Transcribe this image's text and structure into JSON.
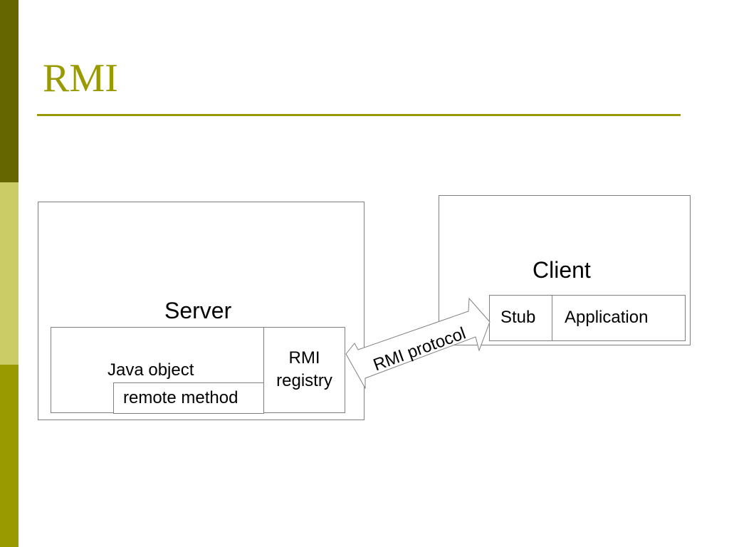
{
  "slide": {
    "title": "RMI"
  },
  "diagram": {
    "server": {
      "label": "Server"
    },
    "client": {
      "label": "Client"
    },
    "java_object": {
      "label": "Java object"
    },
    "remote_method": {
      "label": "remote method"
    },
    "rmi_registry": {
      "label": "RMI registry"
    },
    "stub": {
      "label": "Stub"
    },
    "application": {
      "label": "Application"
    },
    "protocol": {
      "label": "RMI protocol"
    }
  },
  "colors": {
    "accent": "#999900",
    "sidebar_dark": "#666600",
    "sidebar_light": "#cccc66",
    "box_border": "#808080"
  }
}
